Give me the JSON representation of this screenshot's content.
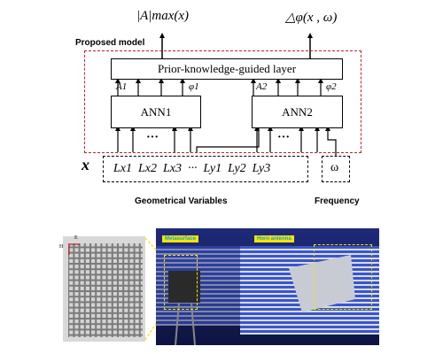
{
  "diagram": {
    "output_amplitude": "|A|max(x)",
    "output_phase": "△φ(x , ω)",
    "model_title": "Proposed model",
    "prior_layer": "Prior-knowledge-guided layer",
    "ann1": "ANN1",
    "ann2": "ANN2",
    "a1": "A1",
    "phi1": "φ1",
    "a2": "A2",
    "phi2": "φ2",
    "input_x": "x",
    "geo_vars": "Lx1  Lx2  Lx3  ···  Ly1  Ly2  Ly3",
    "omega": "ω",
    "geo_caption": "Geometrical Variables",
    "freq_caption": "Frequency"
  },
  "photo": {
    "axis_e": "E",
    "axis_h": "H",
    "metasurface_tag": "Metasurface",
    "horn_tag": "Horn antenna",
    "colors": {
      "highlight": "#f5e400",
      "tag_text": "#1a9fe0",
      "chamber": "#2a3aa8"
    }
  }
}
